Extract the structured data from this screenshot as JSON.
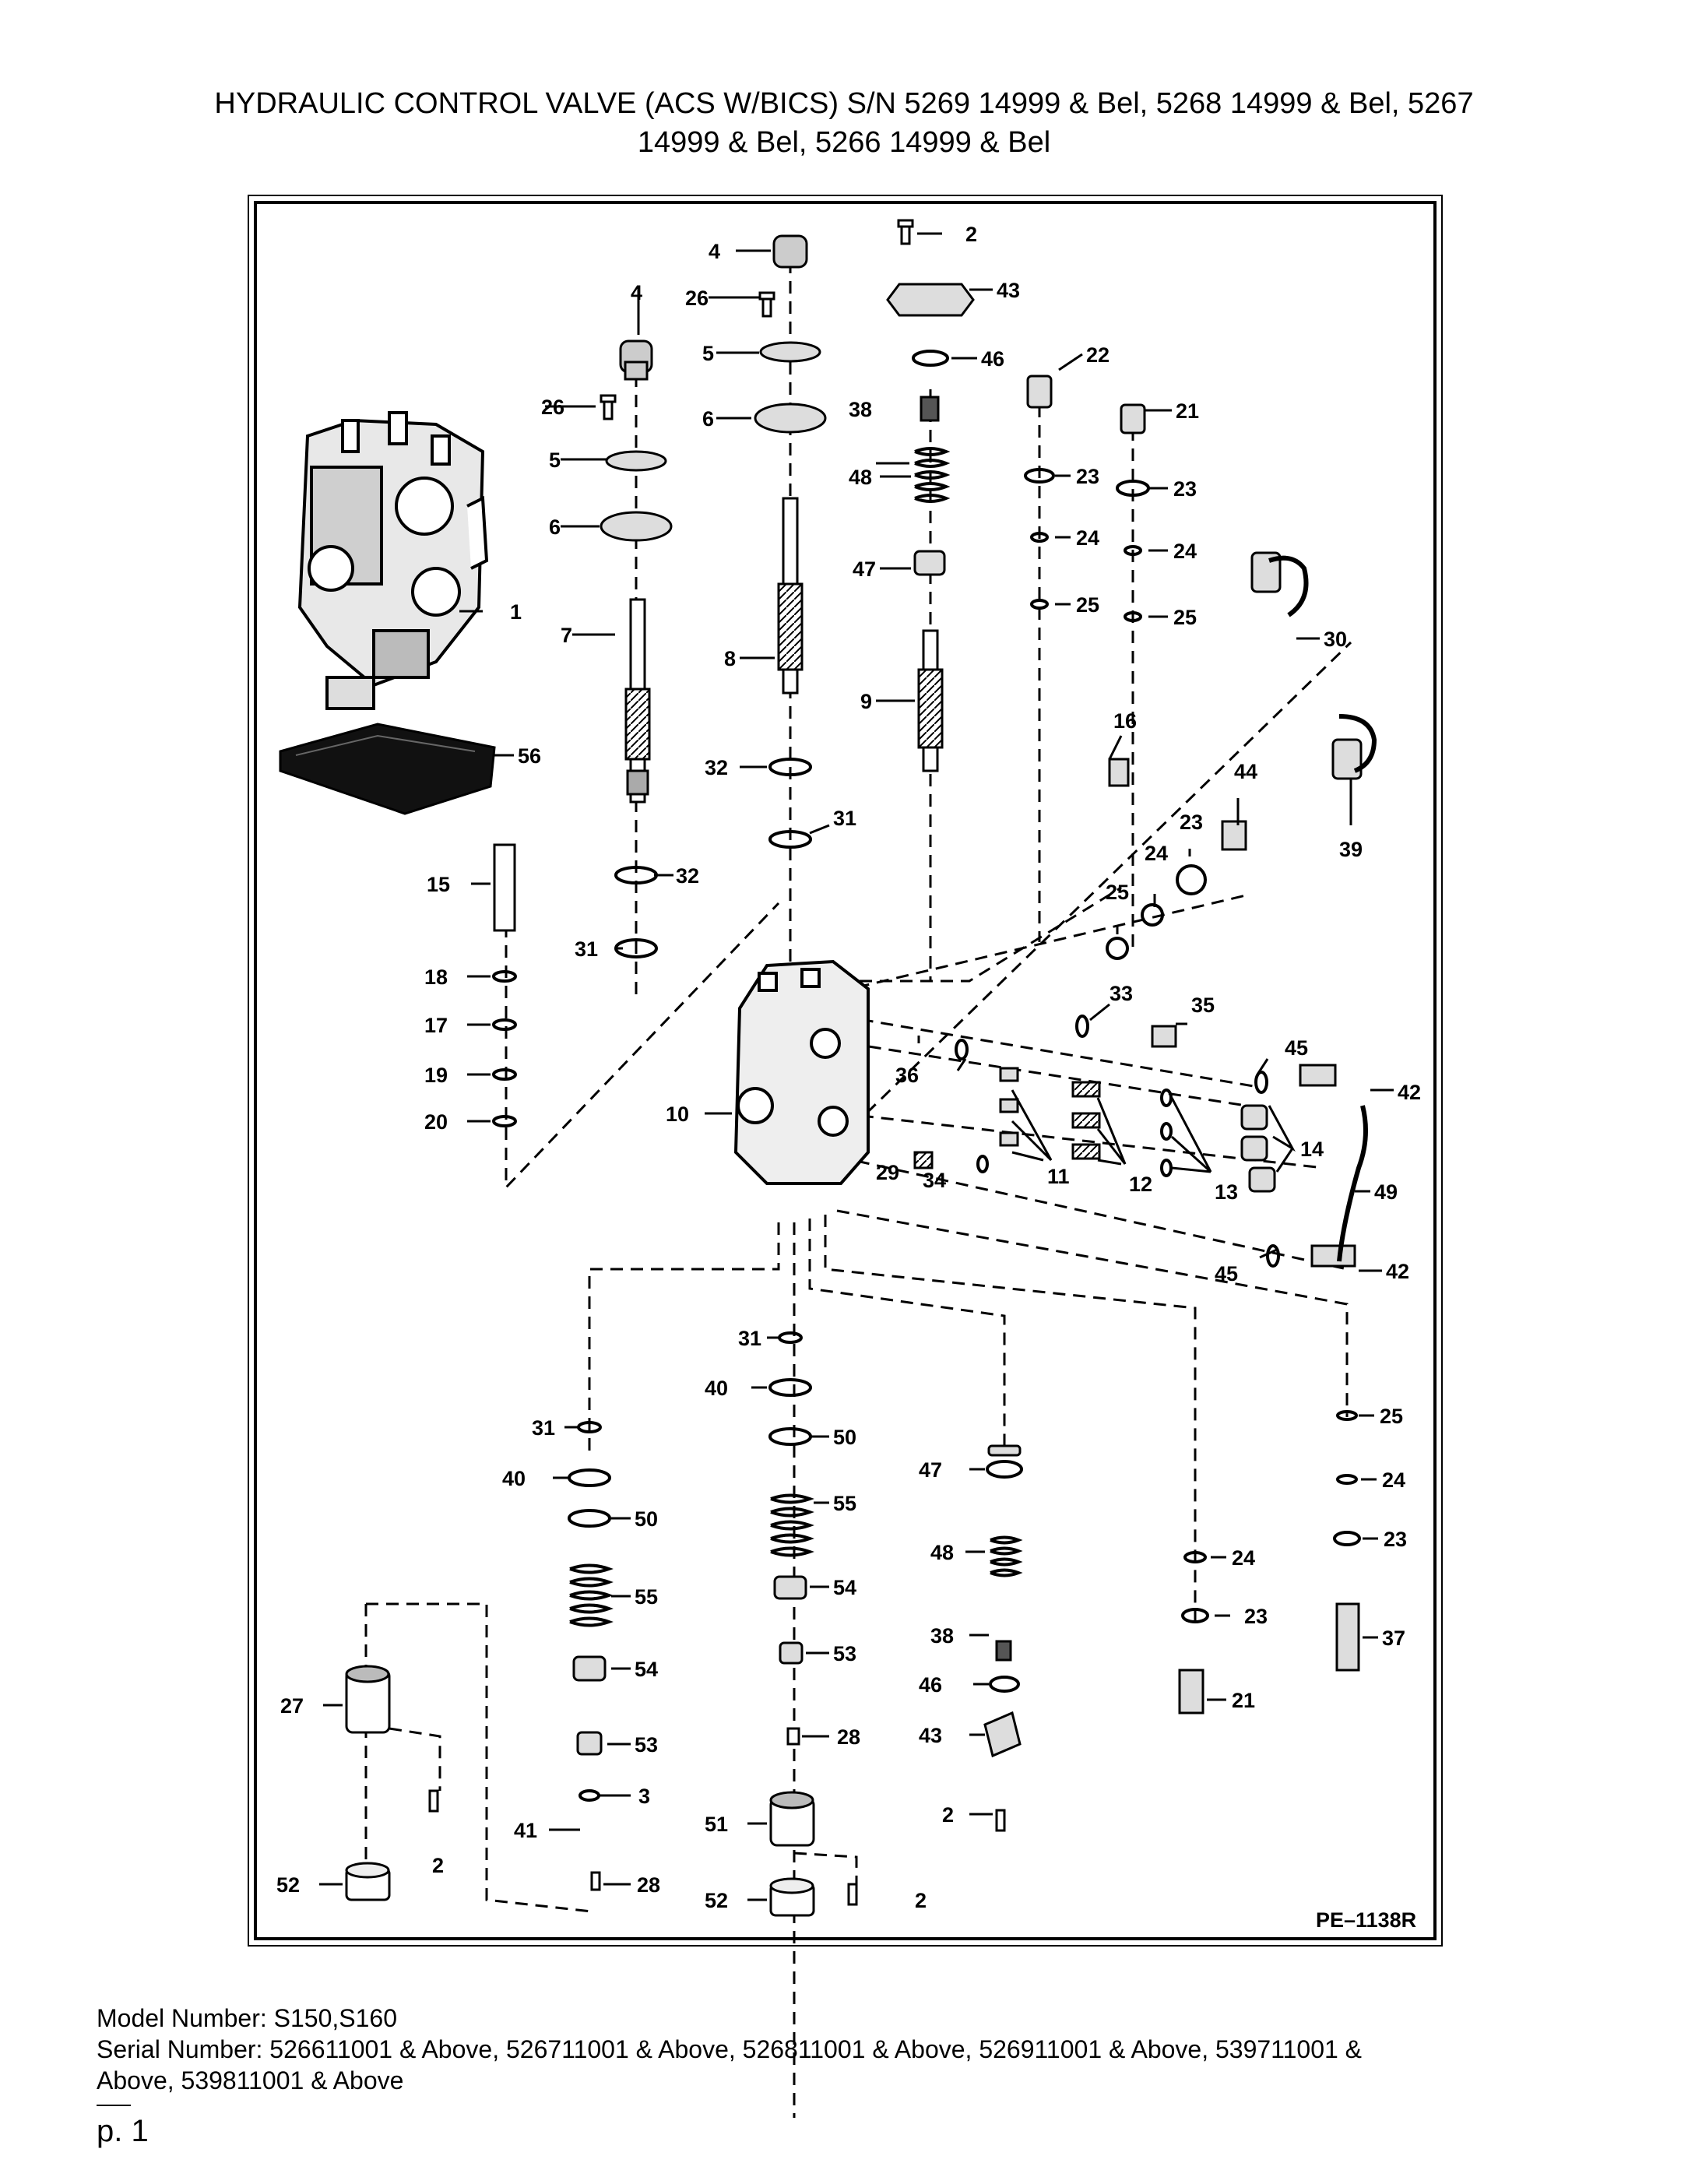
{
  "header": {
    "title_line1": "HYDRAULIC CONTROL VALVE (ACS W/BICS) S/N 5269 14999 & Bel, 5268 14999 & Bel, 5267",
    "title_line2": "14999 & Bel, 5266 14999 & Bel"
  },
  "diagram": {
    "figure_code": "PE–1138R",
    "labels": [
      "1",
      "2",
      "3",
      "4",
      "5",
      "6",
      "7",
      "8",
      "9",
      "10",
      "11",
      "12",
      "13",
      "14",
      "15",
      "16",
      "17",
      "18",
      "19",
      "20",
      "21",
      "22",
      "23",
      "24",
      "25",
      "26",
      "27",
      "28",
      "29",
      "30",
      "31",
      "32",
      "33",
      "34",
      "35",
      "36",
      "37",
      "38",
      "39",
      "40",
      "41",
      "42",
      "43",
      "44",
      "45",
      "46",
      "47",
      "48",
      "49",
      "50",
      "51",
      "52",
      "53",
      "54",
      "55",
      "56"
    ]
  },
  "footer": {
    "model_line": "Model Number: S150,S160",
    "serial_line1": "Serial Number: 526611001 & Above, 526711001 & Above, 526811001 & Above, 526911001 & Above, 539711001 &",
    "serial_line2": "Above, 539811001 & Above",
    "page": "p. 1"
  }
}
